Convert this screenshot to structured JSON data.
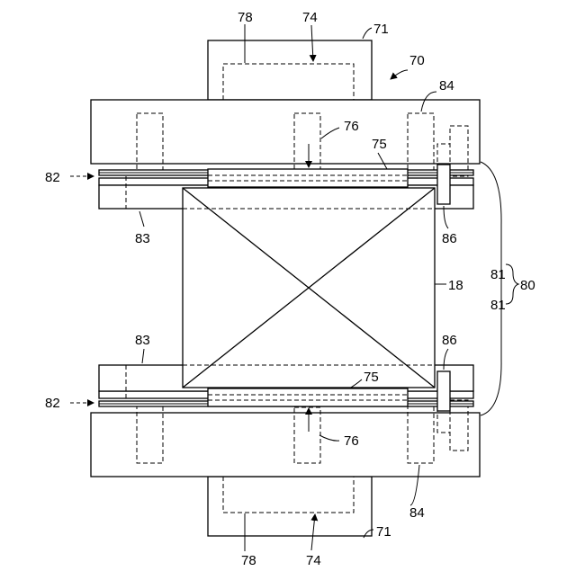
{
  "labels": {
    "l70": "70",
    "l71_top": "71",
    "l71_bottom": "71",
    "l74_top": "74",
    "l74_bottom": "74",
    "l75_top": "75",
    "l75_bottom": "75",
    "l76_top": "76",
    "l76_bottom": "76",
    "l78_top": "78",
    "l78_bottom": "78",
    "l80": "80",
    "l81_a": "81",
    "l81_b": "81",
    "l82_top": "82",
    "l82_bottom": "82",
    "l83_top": "83",
    "l83_bottom": "83",
    "l84_top": "84",
    "l84_bottom": "84",
    "l86_top": "86",
    "l86_bottom": "86",
    "l18": "18"
  }
}
